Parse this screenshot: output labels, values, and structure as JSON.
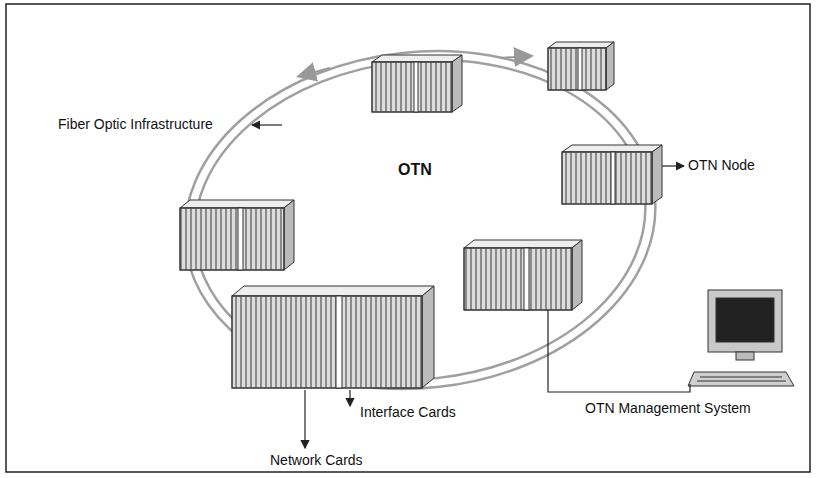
{
  "diagram": {
    "labels": [
      "Fiber Optic Infrastructure",
      "OTN Node",
      "OTN",
      "Interface Cards",
      "Network Cards",
      "OTN Management System"
    ]
  }
}
